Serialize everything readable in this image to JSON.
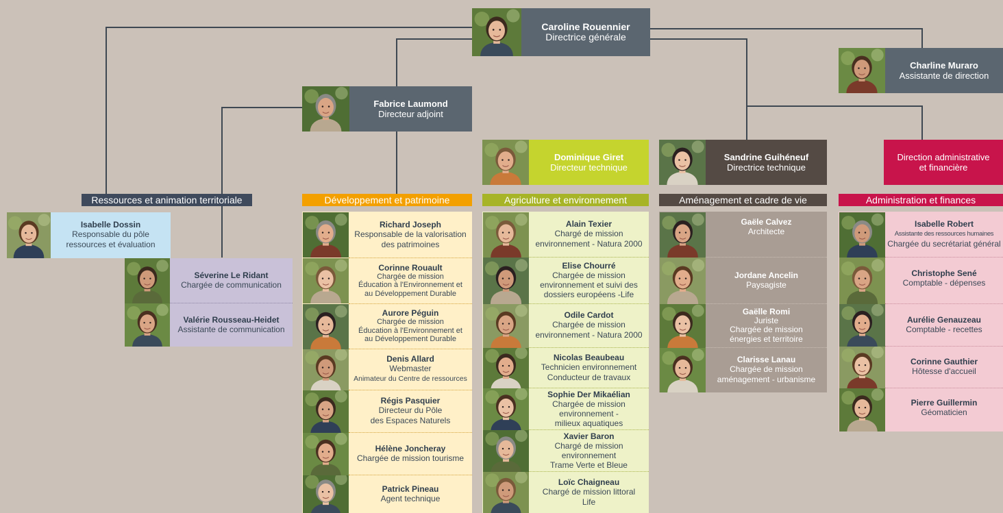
{
  "directeur_general": {
    "name": "Caroline Rouennier",
    "role": "Directrice générale"
  },
  "assistante": {
    "name": "Charline Muraro",
    "role": "Assistante de direction"
  },
  "adjoint": {
    "name": "Fabrice Laumond",
    "role": "Directeur adjoint"
  },
  "tech1": {
    "name": "Dominique Giret",
    "role": "Directeur technique"
  },
  "tech2": {
    "name": "Sandrine Guihéneuf",
    "role": "Directrice technique"
  },
  "daf": {
    "line1": "Direction administrative",
    "line2": "et financière"
  },
  "colors": {
    "header": "#5b6670",
    "green": "#c5d42e",
    "brown": "#544a44",
    "crimson": "#c8144b",
    "orange": "#f3a000",
    "olive": "#a7b427",
    "navy": "#3f4a5c",
    "blue_card": "#c5e3f3",
    "purple_card": "#c9c1d8",
    "orange_card": "#fff0c8",
    "green_card": "#eef2c8",
    "brown_card": "#a99d94",
    "pink_card": "#f3cbd3"
  },
  "sections": {
    "ressources": {
      "title": "Ressources et animation territoriale",
      "isabelle": {
        "name": "Isabelle Dossin",
        "role1": "Responsable du pôle",
        "role2": "ressources et évaluation"
      },
      "people": [
        {
          "name": "Séverine Le Ridant",
          "role1": "Chargée de communication"
        },
        {
          "name": "Valérie Rousseau-Heidet",
          "role1": "Assistante de communication"
        }
      ]
    },
    "developpement": {
      "title": "Développement et patrimoine",
      "people": [
        {
          "name": "Richard Joseph",
          "role1": "Responsable de la valorisation",
          "role2": "des patrimoines"
        },
        {
          "name": "Corinne Rouault",
          "role1": "Chargée de mission",
          "role2": "Éducation à l'Environnement et",
          "role3": "au Développement Durable"
        },
        {
          "name": "Aurore Péguin",
          "role1": "Chargée de mission",
          "role2": "Éducation à l'Environnement et",
          "role3": "au Développement Durable"
        },
        {
          "name": "Denis Allard",
          "role1": "Webmaster",
          "role2": "Animateur du Centre de ressources"
        },
        {
          "name": "Régis Pasquier",
          "role1": "Directeur du Pôle",
          "role2": "des Espaces Naturels"
        },
        {
          "name": "Hélène Joncheray",
          "role1": "Chargée de mission tourisme"
        },
        {
          "name": "Patrick Pineau",
          "role1": "Agent technique"
        }
      ]
    },
    "agriculture": {
      "title": "Agriculture et environnement",
      "people": [
        {
          "name": "Alain Texier",
          "role1": "Chargé de mission",
          "role2": "environnement - Natura 2000"
        },
        {
          "name": "Elise Chourré",
          "role1": "Chargée de mission",
          "role2": "environnement et suivi des",
          "role3": "dossiers européens -Life"
        },
        {
          "name": "Odile Cardot",
          "role1": "Chargée de mission",
          "role2": "environnement - Natura 2000"
        },
        {
          "name": "Nicolas Beaubeau",
          "role1": "Technicien environnement",
          "role2": "Conducteur de travaux"
        },
        {
          "name": "Sophie Der Mikaélian",
          "role1": "Chargée de mission",
          "role2": "environnement -",
          "role3": "milieux aquatiques"
        },
        {
          "name": "Xavier Baron",
          "role1": "Chargé de mission",
          "role2": "environnement",
          "role3": "Trame Verte et Bleue"
        },
        {
          "name": "Loïc Chaigneau",
          "role1": "Chargé de mission littoral",
          "role2": "Life"
        }
      ]
    },
    "amenagement": {
      "title": "Aménagement et cadre de vie",
      "people": [
        {
          "name": "Gaële Calvez",
          "role1": "Architecte"
        },
        {
          "name": "Jordane Ancelin",
          "role1": "Paysagiste"
        },
        {
          "name": "Gaëlle Romi",
          "role1": "Juriste",
          "role2": "Chargée de mission",
          "role3": "énergies et territoire"
        },
        {
          "name": "Clarisse Lanau",
          "role1": "Chargée de mission",
          "role2": "aménagement - urbanisme"
        }
      ]
    },
    "administration": {
      "title": "Administration et finances",
      "people": [
        {
          "name": "Isabelle Robert",
          "role1": "Assistante des ressources humaines",
          "role2": "Chargée du secrétariat général"
        },
        {
          "name": "Christophe Sené",
          "role1": "Comptable - dépenses"
        },
        {
          "name": "Aurélie Genauzeau",
          "role1": "Comptable - recettes"
        },
        {
          "name": "Corinne Gauthier",
          "role1": "Hôtesse d'accueil"
        },
        {
          "name": "Pierre Guillermin",
          "role1": "Géomaticien"
        }
      ]
    }
  }
}
